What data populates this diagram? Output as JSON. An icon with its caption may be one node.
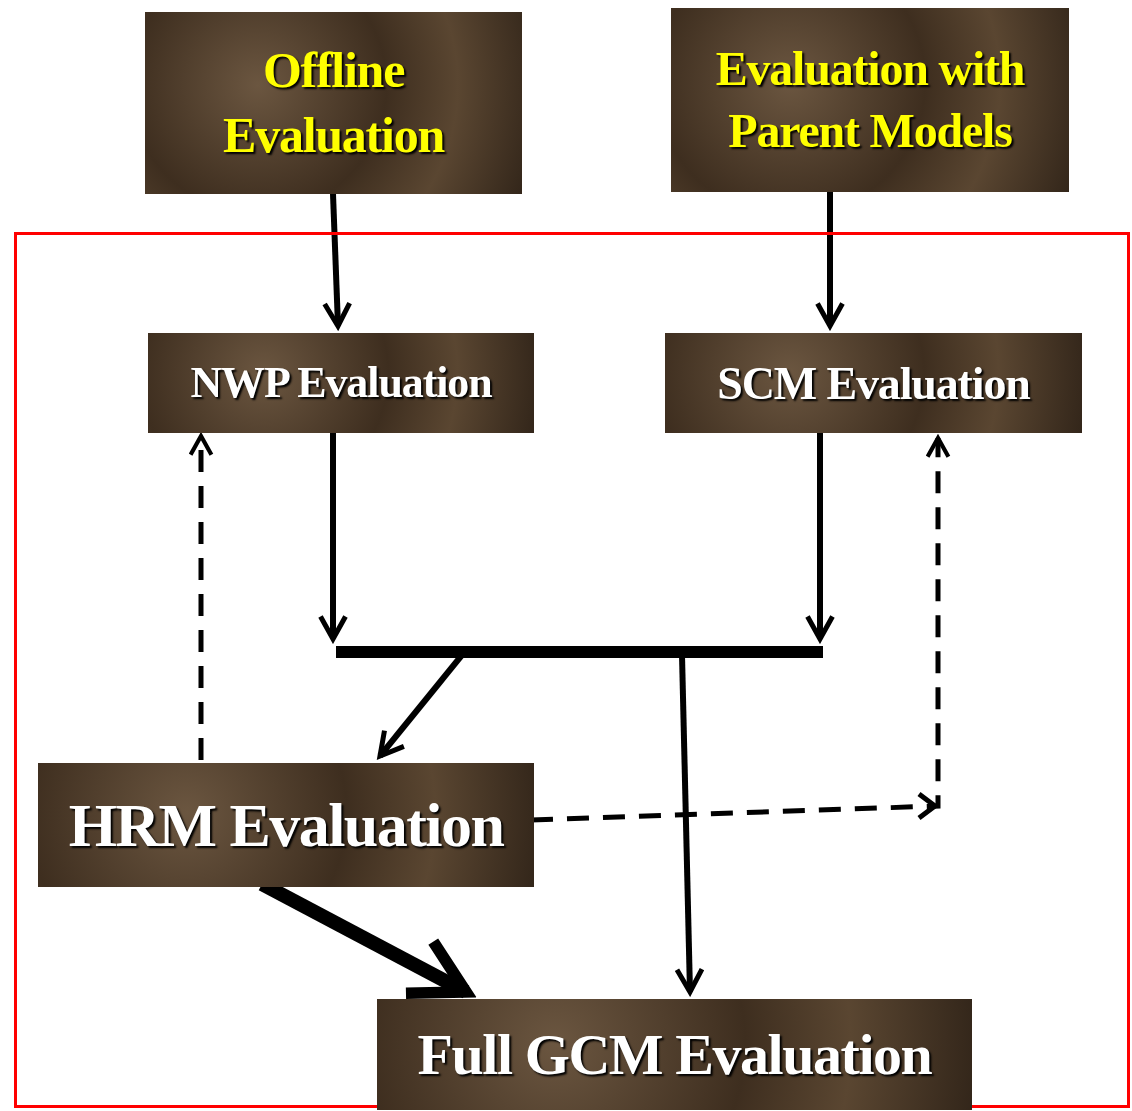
{
  "diagram": {
    "nodes": [
      {
        "text": [
          "Offline Evaluation"
        ]
      },
      {
        "text": [
          "Evaluation with Parent Models"
        ]
      },
      {
        "text": [],
        "shape": "box"
      },
      {
        "text": [
          "NWP Evaluation"
        ],
        "in": 2
      },
      {
        "text": [
          "SCM Evaluation"
        ],
        "in": 2
      },
      {
        "text": [],
        "shape": "bar",
        "in": 2
      },
      {
        "text": [
          "HRM Evaluation"
        ],
        "in": 2
      },
      {
        "text": [
          "Full GCM Evaluation"
        ],
        "in": 2
      }
    ],
    "edges": [
      {
        "from": 0,
        "to": 3,
        "arrow": "to"
      },
      {
        "from": 1,
        "to": 4,
        "arrow": "to"
      },
      {
        "from": 3,
        "to": 5,
        "arrow": "to"
      },
      {
        "from": 4,
        "to": 5,
        "arrow": "to"
      },
      {
        "from": 5,
        "to": 6,
        "arrow": "to"
      },
      {
        "from": 5,
        "to": 7,
        "arrow": "to"
      },
      {
        "from": 6,
        "to": 3,
        "arrow": "to",
        "style": "dashed"
      },
      {
        "from": 6,
        "to": 4,
        "arrow": "to",
        "style": "dashed"
      },
      {
        "from": 6,
        "to": 7,
        "arrow": "to",
        "style": "thick"
      }
    ]
  }
}
